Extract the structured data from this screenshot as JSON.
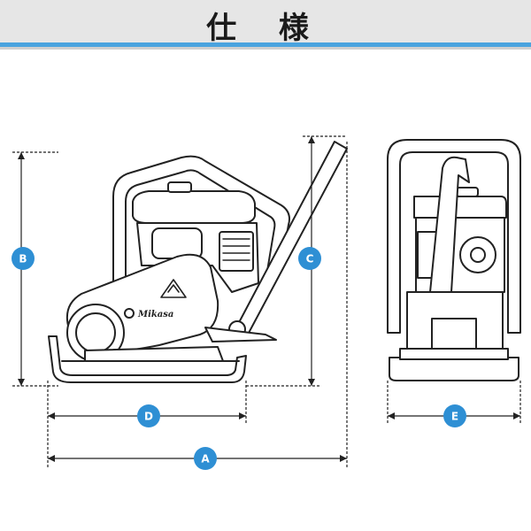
{
  "header": {
    "title": "仕 様"
  },
  "dimensions": {
    "A": {
      "label": "A"
    },
    "B": {
      "label": "B"
    },
    "C": {
      "label": "C"
    },
    "D": {
      "label": "D"
    },
    "E": {
      "label": "E"
    }
  },
  "brand": {
    "logo": "Mikasa"
  },
  "colors": {
    "accent": "#2e8fd4",
    "rule": "#4aa3df",
    "line": "#222222"
  }
}
